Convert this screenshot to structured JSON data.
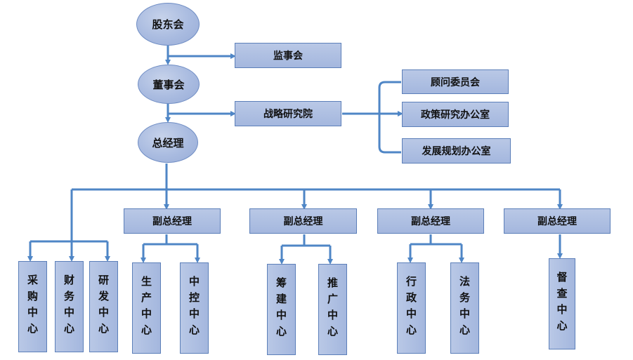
{
  "nodes": {
    "shareholders": "股东会",
    "supervisory_board": "监事会",
    "board": "董事会",
    "strategy_institute": "战略研究院",
    "advisory_committee": "顾问委员会",
    "policy_office": "政策研究办公室",
    "planning_office": "发展规划办公室",
    "general_manager": "总经理",
    "deputy_gm": [
      "副总经理",
      "副总经理",
      "副总经理",
      "副总经理"
    ],
    "centers": [
      "采购中心",
      "财务中心",
      "研发中心",
      "生产中心",
      "中控中心",
      "筹建中心",
      "推广中心",
      "行政中心",
      "法务中心",
      "督查中心"
    ]
  },
  "colors": {
    "line": "#4f86c6",
    "node_fill": "#a9bbe0",
    "node_border": "#5c7fb9"
  }
}
